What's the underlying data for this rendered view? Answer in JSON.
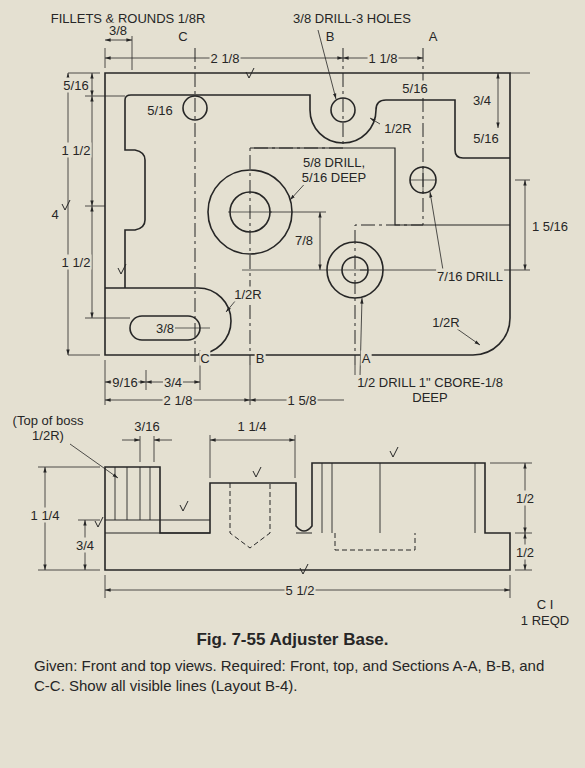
{
  "diagram": {
    "title": "Fig. 7-55 Adjuster Base.",
    "caption": "Given: Front and top views. Required: Front, top, and Sections A-A, B-B, and C-C. Show all visible lines (Layout B-4).",
    "labels": [
      "FILLETS & ROUNDS 1/8R",
      "3/8 DRILL-3 HOLES",
      "3/8",
      "C",
      "2 1/8",
      "B",
      "1 1/8",
      "A",
      "5/16",
      "5/16",
      "3/4",
      "5/16",
      "1/2R",
      "5/16",
      "1 1/2",
      "4",
      "1 1/2",
      "5/8 DRILL, 5/16 DEEP",
      "7/8",
      "1 5/16",
      "7/16 DRILL",
      "1/2R",
      "1/2R",
      "3/8",
      "1/2 DRILL 1\" CBORE-1/8 DEEP",
      "C",
      "B",
      "A",
      "9/16",
      "3/4",
      "2 1/8",
      "1 5/8",
      "(Top of boss 1/2R)",
      "3/16",
      "1 1/4",
      "1 1/4",
      "3/4",
      "1/2",
      "1/2",
      "5 1/2",
      "C I",
      "1 REQD"
    ]
  }
}
